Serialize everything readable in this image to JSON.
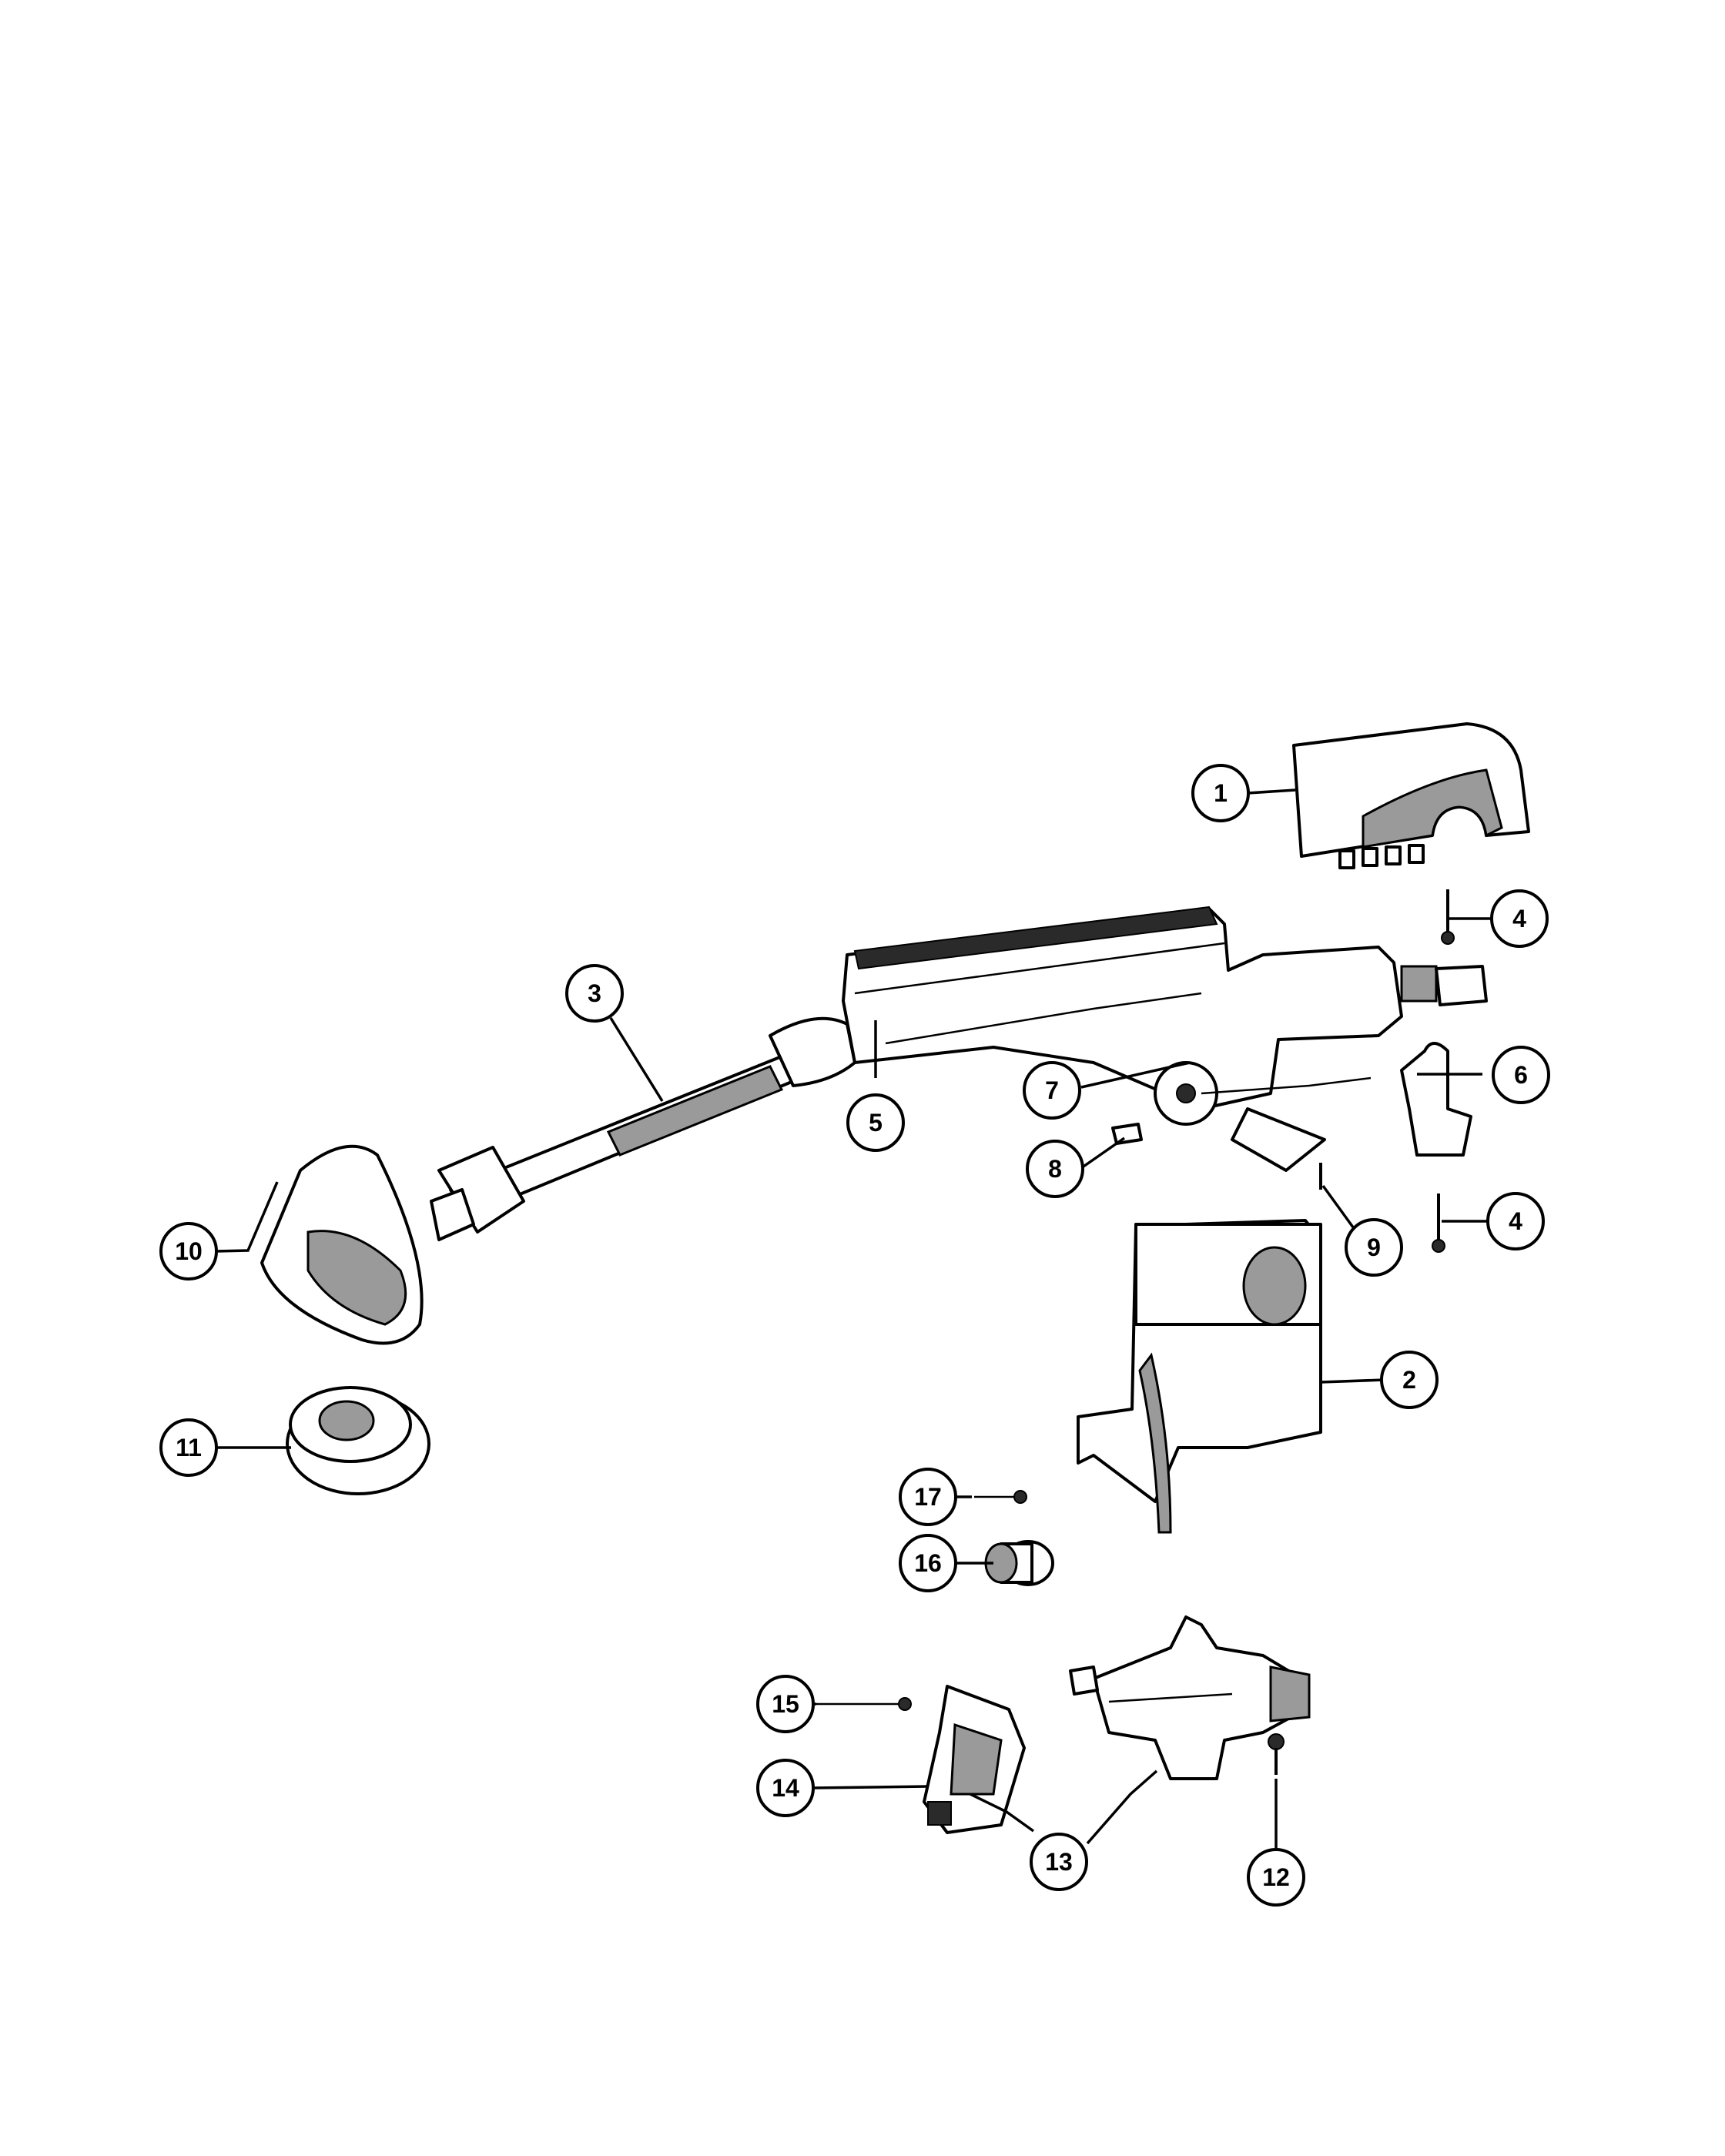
{
  "callouts": [
    {
      "id": "c1",
      "label": "1"
    },
    {
      "id": "c2",
      "label": "2"
    },
    {
      "id": "c3",
      "label": "3"
    },
    {
      "id": "c4a",
      "label": "4"
    },
    {
      "id": "c4b",
      "label": "4"
    },
    {
      "id": "c5",
      "label": "5"
    },
    {
      "id": "c6",
      "label": "6"
    },
    {
      "id": "c7",
      "label": "7"
    },
    {
      "id": "c8",
      "label": "8"
    },
    {
      "id": "c9",
      "label": "9"
    },
    {
      "id": "c10",
      "label": "10"
    },
    {
      "id": "c11",
      "label": "11"
    },
    {
      "id": "c12",
      "label": "12"
    },
    {
      "id": "c13",
      "label": "13"
    },
    {
      "id": "c14",
      "label": "14"
    },
    {
      "id": "c15",
      "label": "15"
    },
    {
      "id": "c16",
      "label": "16"
    },
    {
      "id": "c17",
      "label": "17"
    }
  ],
  "colors": {
    "line": "#000000",
    "background": "#ffffff",
    "shade": "#9a9a9a"
  }
}
